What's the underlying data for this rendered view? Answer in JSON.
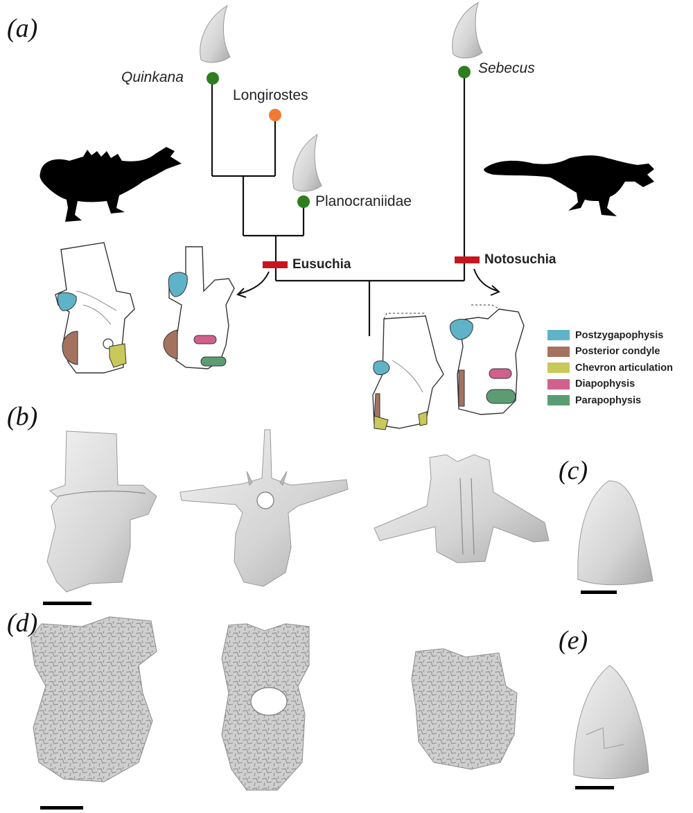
{
  "panels": {
    "a": "(a)",
    "b": "(b)",
    "c": "(c)",
    "d": "(d)",
    "e": "(e)"
  },
  "tree": {
    "taxa": [
      {
        "label": "Quinkana",
        "color": "#2e7d1f"
      },
      {
        "label": "Longirostes",
        "color": "#f07a33"
      },
      {
        "label": "Planocraniidae",
        "color": "#2e7d1f"
      },
      {
        "label": "Sebecus",
        "color": "#2e7d1f"
      }
    ],
    "clades": [
      {
        "label": "Eusuchia"
      },
      {
        "label": "Notosuchia"
      }
    ],
    "clade_bar_color": "#c8141e"
  },
  "legend": {
    "items": [
      {
        "label": "Postzygapophysis",
        "color": "#5fb3c9"
      },
      {
        "label": "Posterior condyle",
        "color": "#a47360"
      },
      {
        "label": "Chevron articulation",
        "color": "#c9c85a"
      },
      {
        "label": "Diapophysis",
        "color": "#d2608c"
      },
      {
        "label": "Parapophysis",
        "color": "#5c9c72"
      }
    ]
  }
}
